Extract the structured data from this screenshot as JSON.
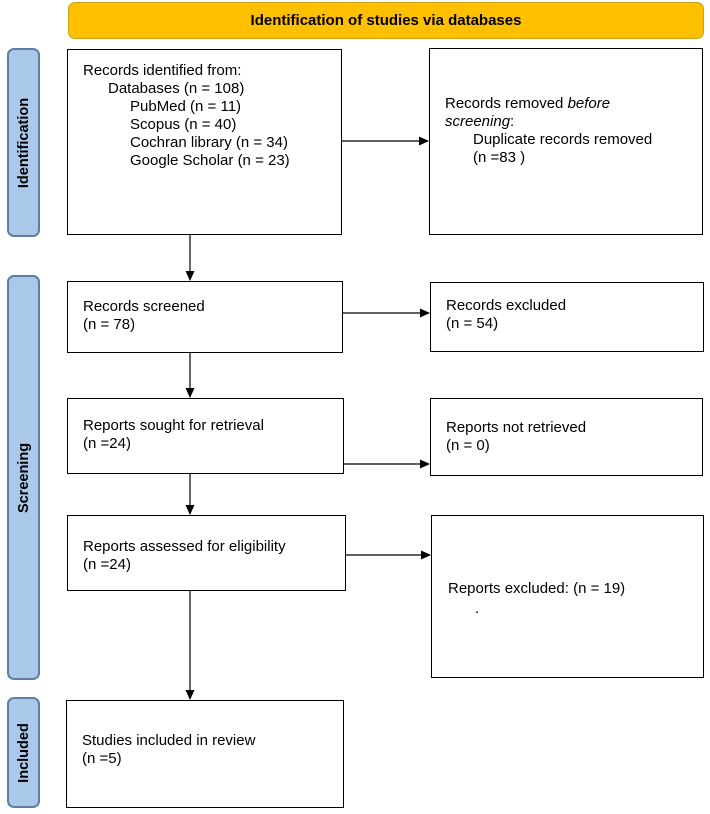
{
  "header": {
    "title": "Identification of studies via databases"
  },
  "phases": {
    "identification": "Identification",
    "screening": "Screening",
    "included": "Included"
  },
  "records_identified": {
    "title": "Records identified from:",
    "databases": "Databases (n = 108)",
    "sources": [
      "PubMed (n = 11)",
      "Scopus  (n = 40)",
      "Cochran library (n = 34)",
      "Google Scholar (n = 23)"
    ]
  },
  "records_removed": {
    "title_prefix": "Records removed ",
    "title_italic": "before screening",
    "title_suffix": ":",
    "item": "Duplicate records removed",
    "count": "(n =83 )"
  },
  "records_screened": {
    "title": "Records screened",
    "count": "(n = 78)"
  },
  "records_excluded": {
    "title": "Records excluded",
    "count": "(n = 54)"
  },
  "reports_sought": {
    "title": "Reports sought for retrieval",
    "count": "(n =24)"
  },
  "reports_not_retrieved": {
    "title": "Reports not retrieved",
    "count": "(n = 0)"
  },
  "reports_assessed": {
    "title": "Reports assessed for eligibility",
    "count": "(n =24)"
  },
  "reports_excluded": {
    "title": "Reports excluded: (n = 19)",
    "dot": "."
  },
  "studies_included": {
    "title": "Studies included in review",
    "count": "(n =5)"
  }
}
